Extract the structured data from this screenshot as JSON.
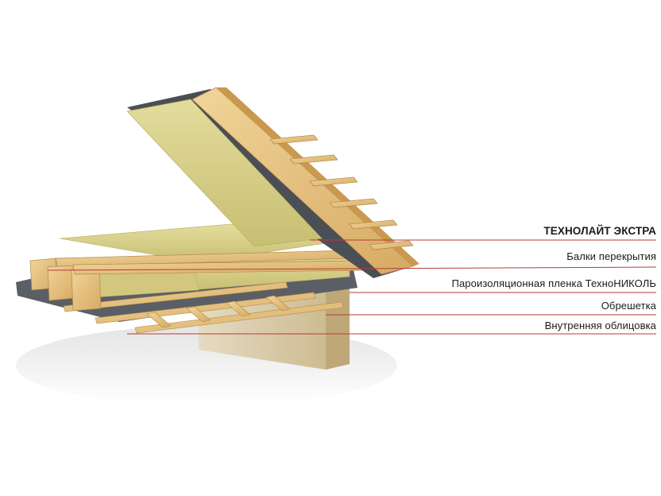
{
  "callouts": [
    {
      "id": "thermal-insulation",
      "text": "ТЕХНОЛАЙТ ЭКСТРА"
    },
    {
      "id": "floor-beams",
      "text": "Балки перекрытия"
    },
    {
      "id": "vapor-barrier",
      "text": "Пароизоляционная пленка ТехноНИКОЛЬ"
    },
    {
      "id": "lathing",
      "text": "Обрешетка"
    },
    {
      "id": "inner-lining",
      "text": "Внутренняя облицовка"
    }
  ],
  "colors": {
    "leader_line": "#b83a3a",
    "wood": "#e8c684",
    "wood_dark": "#c99a55",
    "insulation": "#d8cf86",
    "membrane": "#4a4f55",
    "lining": "#d9c9a8"
  }
}
